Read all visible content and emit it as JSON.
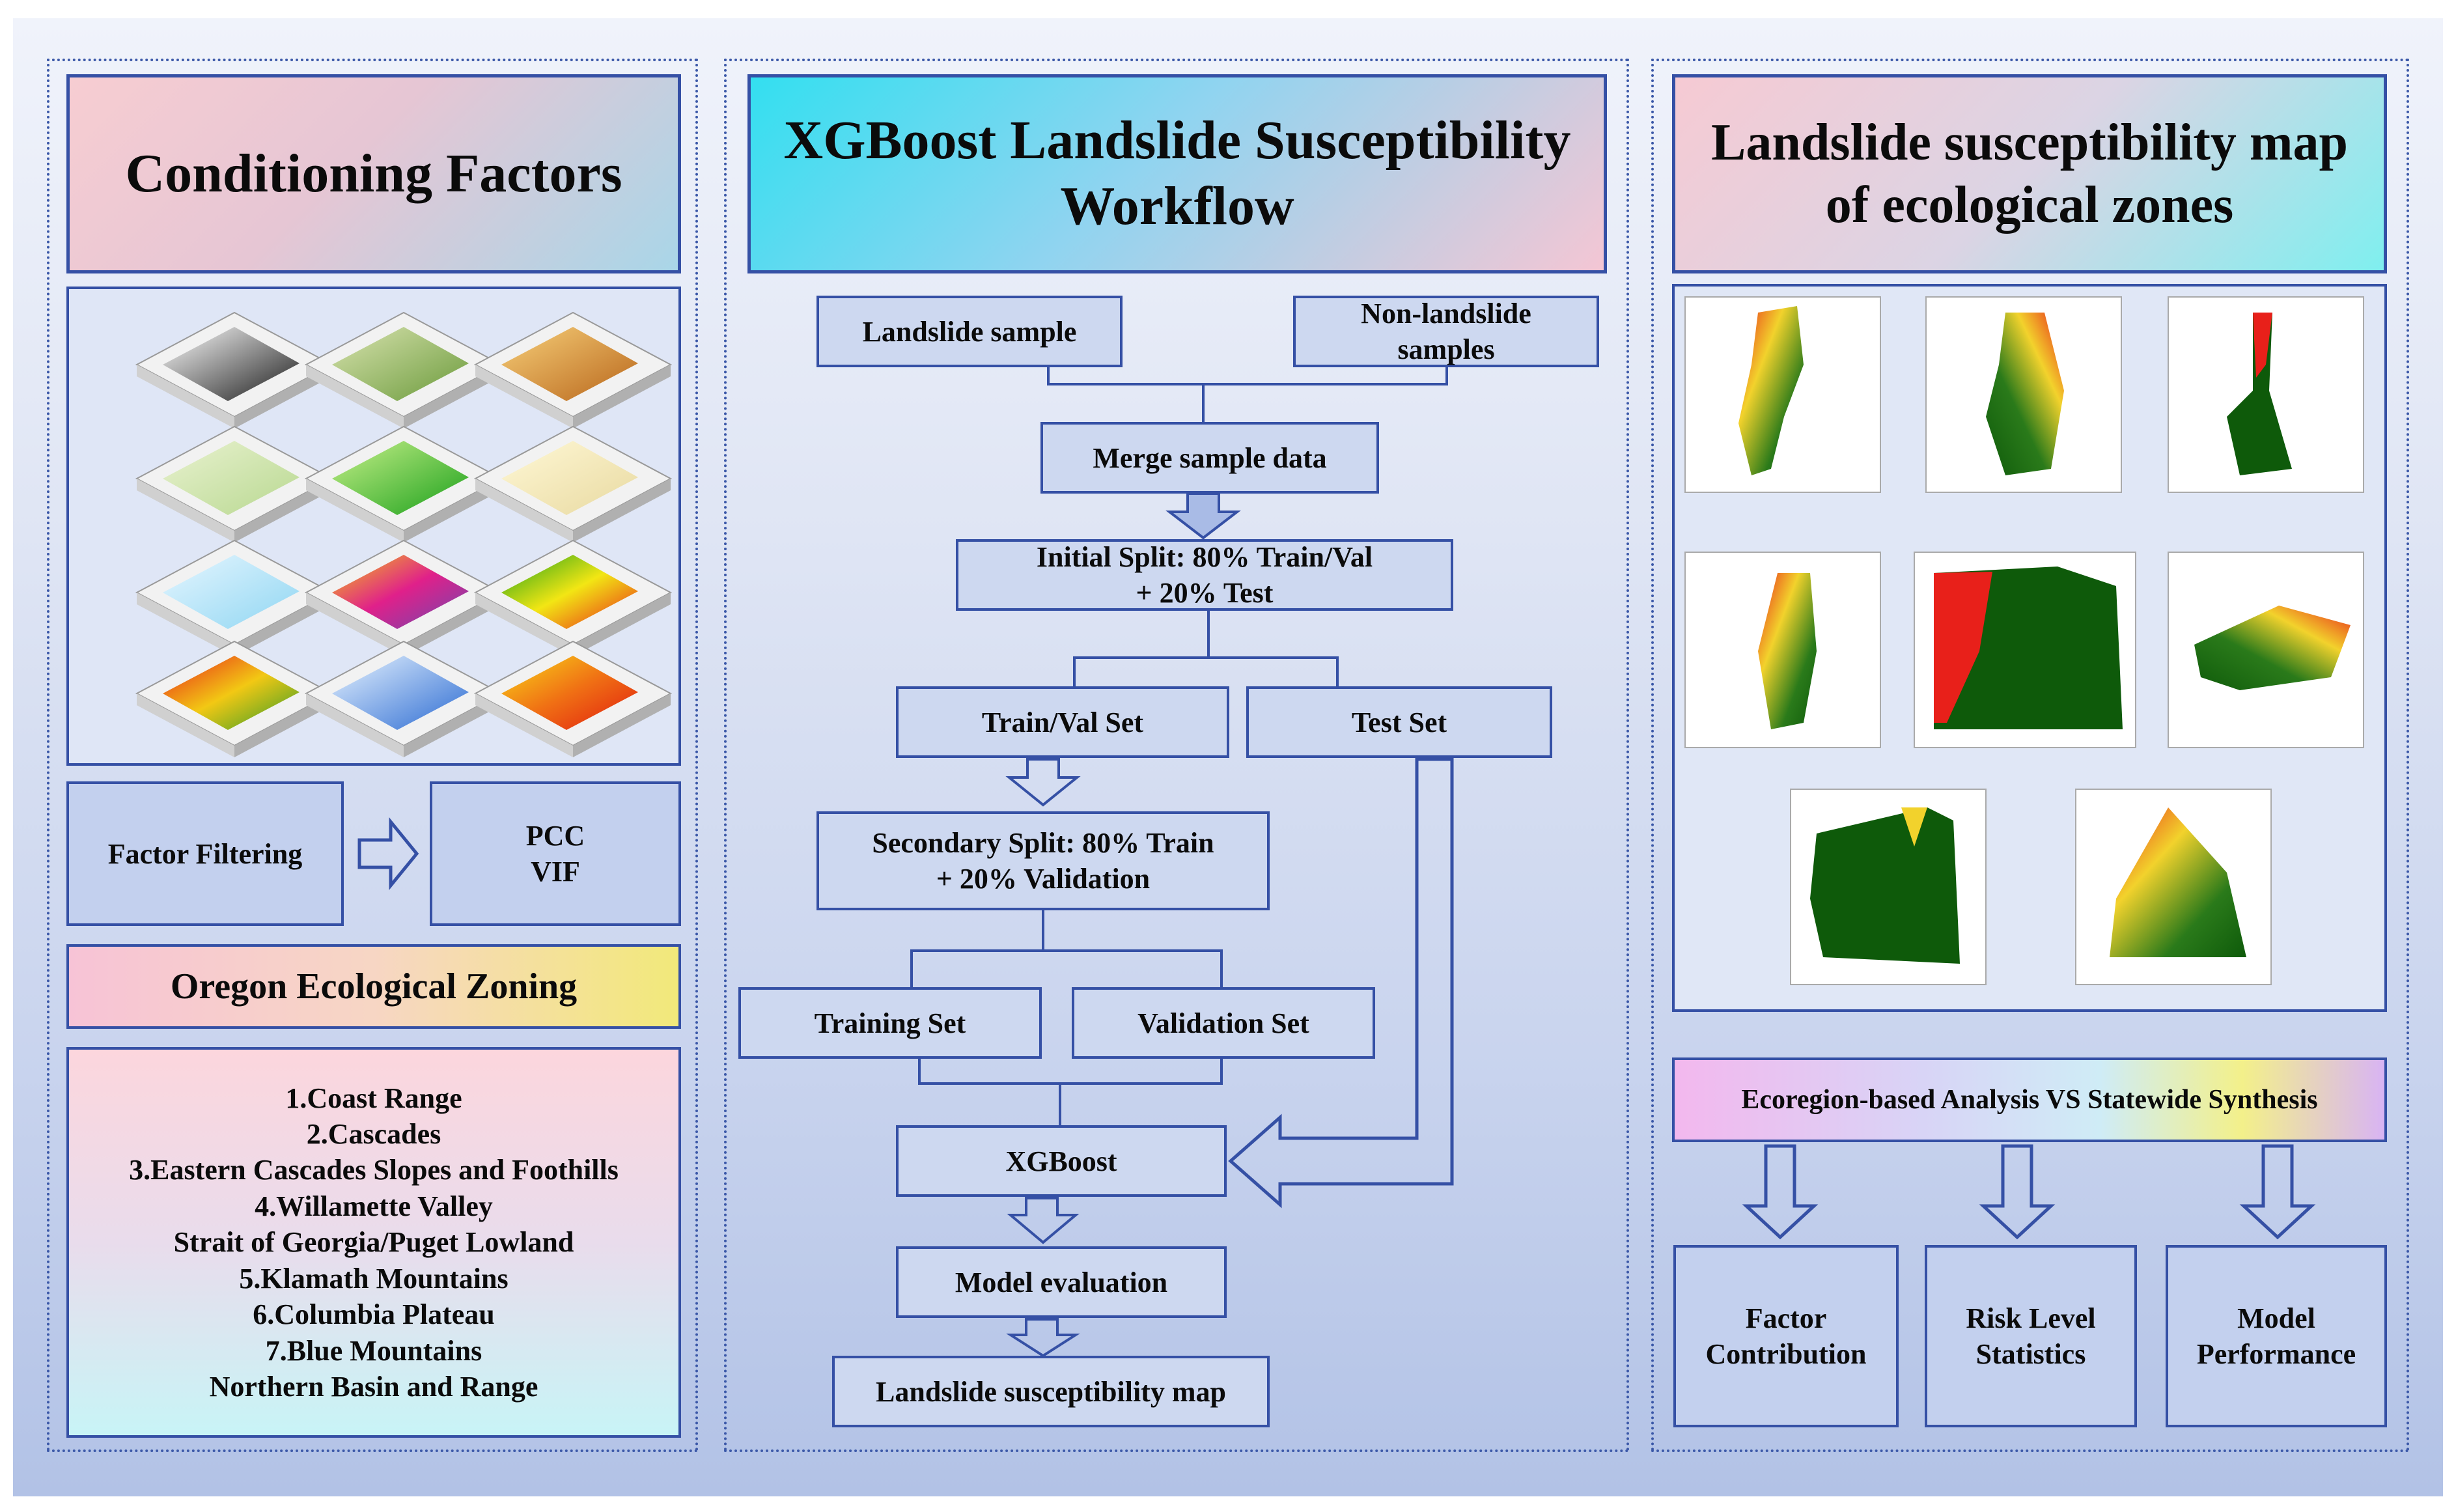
{
  "left_panel": {
    "header": "Conditioning Factors",
    "filter_label": "Factor Filtering",
    "pcc_label": "PCC",
    "vif_label": "VIF",
    "zoning_title": "Oregon Ecological Zoning",
    "zones": [
      "1.Coast Range",
      "2.Cascades",
      "3.Eastern Cascades Slopes and Foothills",
      "4.Willamette Valley",
      "Strait of Georgia/Puget Lowland",
      "5.Klamath Mountains",
      "6.Columbia Plateau",
      "7.Blue Mountains",
      "Northern Basin and Range"
    ]
  },
  "middle_panel": {
    "header_line1": "XGBoost Landslide Susceptibility",
    "header_line2": "Workflow",
    "landslide_sample": "Landslide sample",
    "non_landslide_line1": "Non-landslide",
    "non_landslide_line2": "samples",
    "merge": "Merge sample data",
    "initial_split_line1": "Initial Split: 80% Train/Val",
    "initial_split_line2": "+ 20% Test",
    "train_val_set": "Train/Val Set",
    "test_set": "Test Set",
    "secondary_split_line1": "Secondary Split: 80% Train",
    "secondary_split_line2": "+ 20% Validation",
    "training_set": "Training Set",
    "validation_set": "Validation Set",
    "xgboost": "XGBoost",
    "model_evaluation": "Model evaluation",
    "susceptibility_map": "Landslide susceptibility map"
  },
  "right_panel": {
    "header_line1": "Landslide susceptibility map",
    "header_line2": "of ecological zones",
    "analysis_title": "Ecoregion-based Analysis VS Statewide Synthesis",
    "outputs": [
      {
        "line1": "Factor",
        "line2": "Contribution"
      },
      {
        "line1": "Risk Level",
        "line2": "Statistics"
      },
      {
        "line1": "Model",
        "line2": "Performance"
      }
    ]
  },
  "colors": {
    "border": "#3550a5",
    "flow_box": "#cdd8f0",
    "map_red": "#e8201a",
    "map_yellow": "#f2d22c",
    "map_green": "#2a7a1a",
    "map_dark_green": "#0e5a0a"
  }
}
